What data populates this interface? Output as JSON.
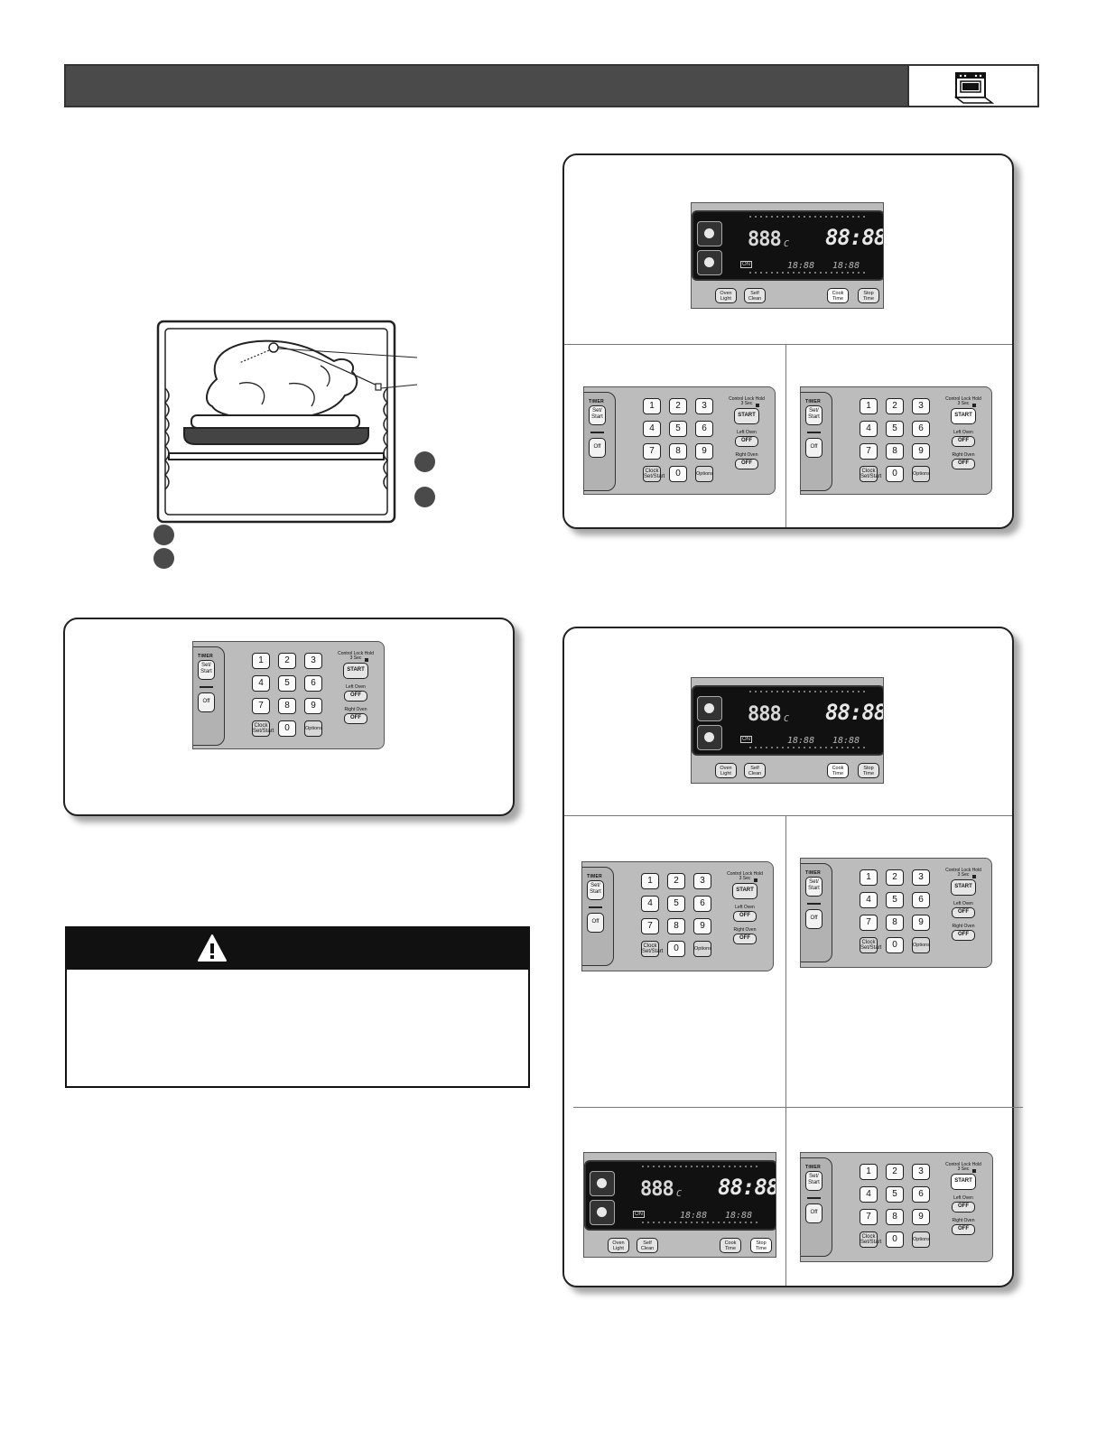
{
  "header": {
    "icon": "oven-icon"
  },
  "illustration": {
    "subject": "turkey-on-rack-with-probe",
    "callouts": 4
  },
  "keypad": {
    "timer_label": "TIMER",
    "set_start": "Set/ Start",
    "off": "Off",
    "digits": [
      "1",
      "2",
      "3",
      "4",
      "5",
      "6",
      "7",
      "8",
      "9",
      "0"
    ],
    "clock_label": "Clock Set/Start",
    "options_label": "Options",
    "controllock_label": "Control Lock Hold 3 Sec",
    "start_label": "START",
    "left_oven_label": "Left Oven",
    "right_oven_label": "Right Oven",
    "off_label": "OFF"
  },
  "display": {
    "temp": "888",
    "temp_unit": "C",
    "clock": "88:88",
    "small_clock_a": "18:88",
    "small_clock_b": "18:88",
    "on_label": "ON",
    "oven_light": "Oven Light",
    "self_clean": "Self Clean",
    "cook_time": "Cook Time",
    "stop_time": "Stop Time"
  },
  "warning": {
    "icon": "warning-triangle-icon"
  },
  "colors": {
    "header": "#4a4a4a",
    "panel": "#bcbcbc",
    "screen": "#111111",
    "warning_bar": "#111111"
  }
}
